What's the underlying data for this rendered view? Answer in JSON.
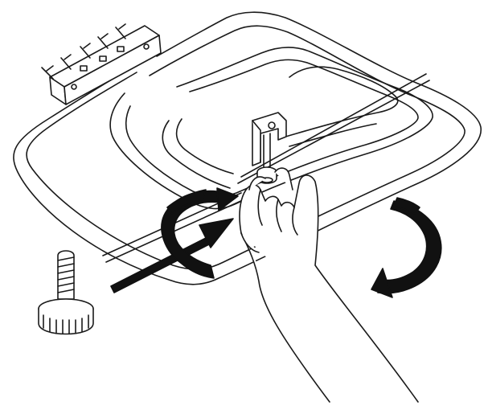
{
  "illustration": {
    "colors": {
      "line": "#1a1a1a",
      "fill": "#ffffff",
      "arrow": "#111111"
    },
    "parts": [
      {
        "name": "oven-heating-element",
        "icon": "heating-element-icon"
      },
      {
        "name": "element-terminal-block",
        "icon": "terminal-block-icon"
      },
      {
        "name": "support-bracket",
        "icon": "bracket-icon"
      },
      {
        "name": "thumb-screw",
        "icon": "thumb-screw-icon"
      },
      {
        "name": "hand",
        "icon": "hand-icon"
      },
      {
        "name": "insert-arrow",
        "icon": "arrow-icon"
      },
      {
        "name": "rotate-arrow-left",
        "icon": "rotate-arrow-icon"
      },
      {
        "name": "rotate-arrow-right",
        "icon": "rotate-arrow-icon"
      }
    ]
  }
}
